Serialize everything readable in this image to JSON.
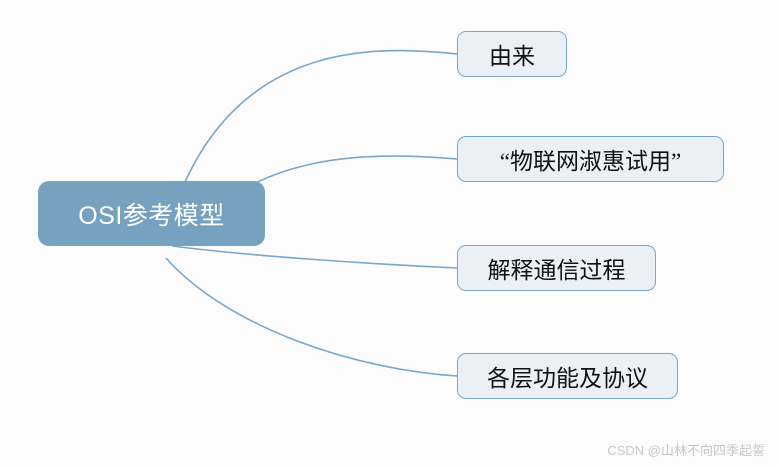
{
  "diagram": {
    "type": "mind-map",
    "root": {
      "label": "OSI参考模型",
      "fill_color": "#76a2c0",
      "text_color": "#ffffff"
    },
    "branches": [
      {
        "label": "由来"
      },
      {
        "label": "“物联网淑惠试用”"
      },
      {
        "label": "解释通信过程"
      },
      {
        "label": "各层功能及协议"
      }
    ],
    "node_fill_color": "#eaf0f6",
    "node_border_color": "#7aa6ca",
    "connector_color": "#7aa6ca",
    "background_color": "#fcfcfc"
  },
  "watermark": {
    "text": "CSDN @山林不向四季起誓"
  }
}
